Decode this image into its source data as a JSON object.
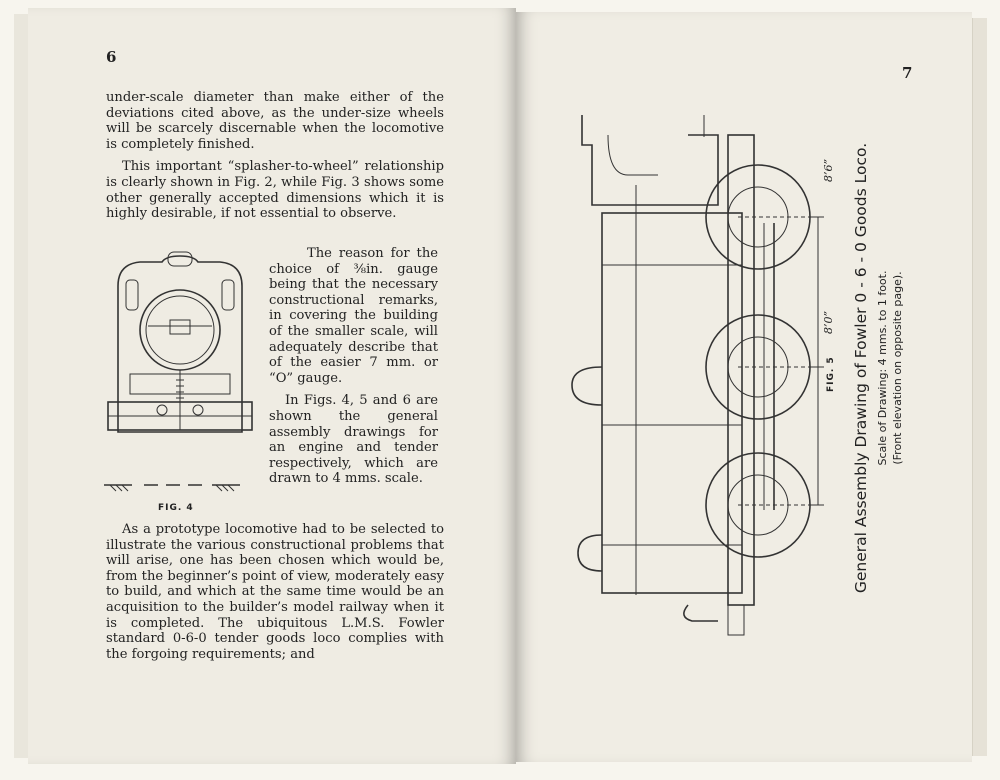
{
  "left_page": {
    "page_number": "6",
    "para1": "under-scale diameter than make either of the deviations cited above, as the under-size wheels will be scarcely discernable when the locomotive is completely finished.",
    "para2": "This important “splasher-to-wheel” relationship is clearly shown in Fig. 2, while Fig. 3 shows some other generally accepted dimensions which it is highly desirable, if not essential to observe.",
    "para3": "The reason for the choice of ⅜in. gauge being that the necessary constructional remarks, in covering the building of the smaller scale, will adequately describe that of the easier 7 mm. or “O” gauge.",
    "para4": "In Figs. 4, 5 and 6 are shown the general assembly drawings for an engine and tender respectively, which are drawn to 4 mms. scale.",
    "para5": "As a prototype locomotive had to be selected to illustrate the various constructional problems that will arise, one has been chosen which would be, from the beginner’s point of view, moderately easy to build, and which at the same time would be an acquisition to the builder’s model railway when it is completed. The ubiquitous L.M.S. Fowler standard 0-6-0 tender goods loco complies with the forgoing requirements; and",
    "fig4_caption": "FIG. 4"
  },
  "right_page": {
    "page_number": "7",
    "fig5_label": "FIG. 5",
    "caption_title": "General Assembly Drawing of Fowler 0 - 6 - 0 Goods Loco.",
    "caption_scale": "Scale of Drawing: 4 mms. to 1 foot.",
    "caption_note": "(Front elevation on opposite page).",
    "dimension_upper": "8’6”",
    "dimension_lower": "8’0”"
  }
}
